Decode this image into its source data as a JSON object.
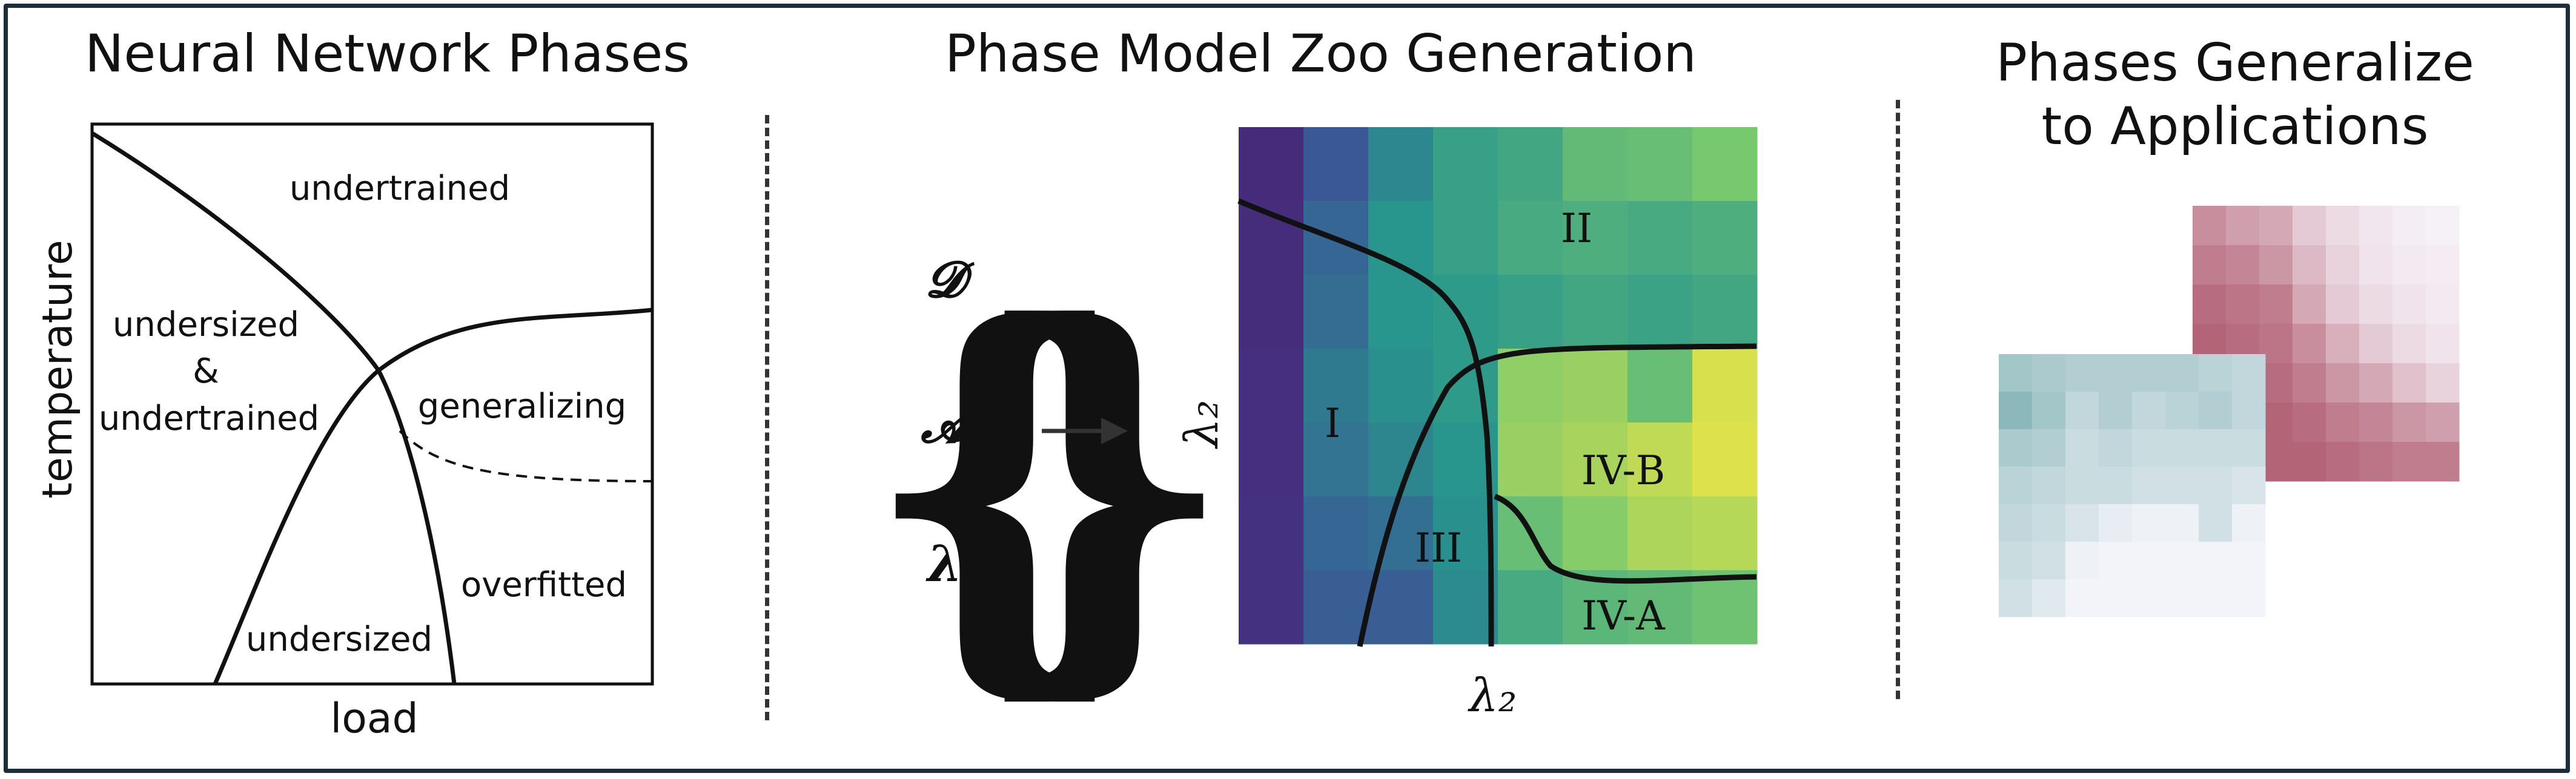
{
  "panels": {
    "phases": {
      "title": "Neural Network Phases",
      "xlabel": "load",
      "ylabel": "temperature",
      "regions": {
        "undertrained": "undertrained",
        "undersized_line1": "undersized",
        "undersized_amp": "&",
        "undersized_line3": "undertrained",
        "generalizing": "generalizing",
        "overfitted": "overfitted",
        "undersized": "undersized"
      }
    },
    "zoo": {
      "title": "Phase Model Zoo Generation",
      "set_items": [
        "𝓓",
        "𝓐",
        "λ"
      ],
      "xlabel": "λ₂",
      "ylabel": "λ₂",
      "regions": {
        "I": "I",
        "II": "II",
        "III": "III",
        "IVA": "IV-A",
        "IVB": "IV-B"
      },
      "colors": {
        "low": "#472c7a",
        "mid": "#2a9d8f",
        "high": "#f0e64a"
      }
    },
    "applications": {
      "title_line1": "Phases Generalize",
      "title_line2": "to Applications",
      "colors": {
        "red": "#a84a60",
        "teal": "#5f9ea0"
      }
    }
  }
}
